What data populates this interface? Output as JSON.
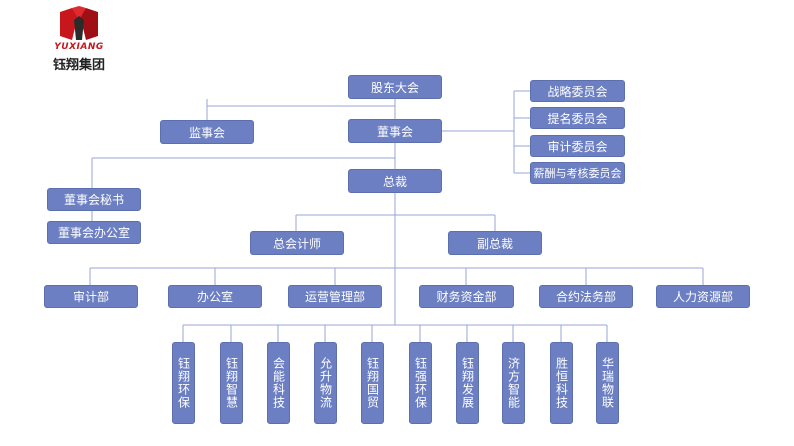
{
  "logo": {
    "en": "YUXIANG",
    "cn": "钰翔集团",
    "brand_color": "#c8161d"
  },
  "colors": {
    "box": "#6b7fc2",
    "line": "#9aa6d6"
  },
  "org": {
    "shareholders": "股东大会",
    "supervisory": "监事会",
    "board": "董事会",
    "committees": [
      "战略委员会",
      "提名委员会",
      "审计委员会",
      "薪酬与考核委员会"
    ],
    "ceo": "总裁",
    "board_secretary": "董事会秘书",
    "board_office": "董事会办公室",
    "chief_accountant": "总会计师",
    "vp": "副总裁",
    "departments": [
      "审计部",
      "办公室",
      "运营管理部",
      "财务资金部",
      "合约法务部",
      "人力资源部"
    ],
    "subsidiaries": [
      "钰翔环保",
      "钰翔智慧",
      "会能科技",
      "允升物流",
      "钰翔国贸",
      "钰强环保",
      "钰翔发展",
      "济方智能",
      "胜恒科技",
      "华瑞物联"
    ]
  }
}
